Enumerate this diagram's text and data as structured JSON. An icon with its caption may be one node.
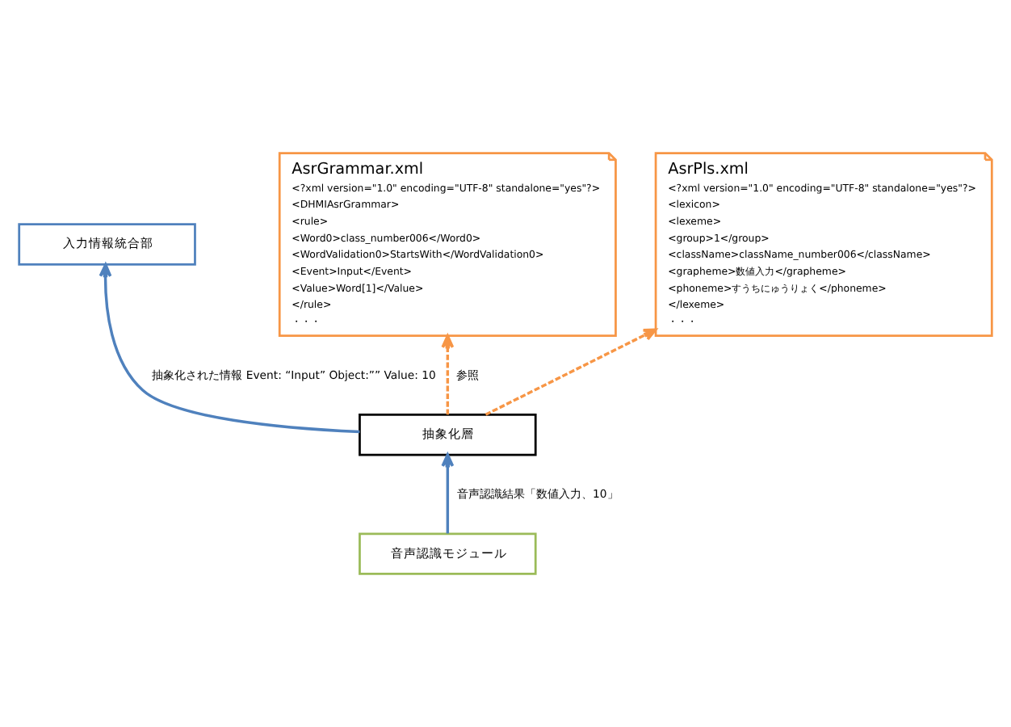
{
  "diagram": {
    "nodes": [
      {
        "text": [
          "入力情報統合部"
        ]
      },
      {
        "text": [
          "抽象化層"
        ]
      },
      {
        "text": [
          "音声認識モジュール"
        ]
      },
      {
        "text": [
          "AsrGrammar.xml",
          "<?xml version=\"1.0\" encoding=\"UTF-8\" standalone=\"yes\"?>",
          "<DHMIAsrGrammar>",
          "<rule>",
          "<Word0>class_number006</Word0>",
          "<WordValidation0>StartsWith</WordValidation0>",
          "<Event>Input</Event>",
          "<Value>Word[1]</Value>",
          "</rule>",
          "・・・"
        ]
      },
      {
        "text": [
          "AsrPls.xml",
          "<?xml version=\"1.0\" encoding=\"UTF-8\" standalone=\"yes\"?>",
          "<lexicon>",
          "<lexeme>",
          "<group>1</group>",
          "<className>className_number006</className>",
          "<grapheme>数値入力</grapheme>",
          "<phoneme>すうちにゅうりょく</phoneme>",
          "</lexeme>",
          "・・・"
        ]
      }
    ],
    "edges": [
      {
        "from": 1,
        "to": 0,
        "arrow": "to",
        "label": "抽象化された情報 Event: “Input” Object:”” Value: 10"
      },
      {
        "from": 2,
        "to": 1,
        "arrow": "to",
        "label": "音声認識結果「数値入力、10」"
      },
      {
        "from": 1,
        "to": 3,
        "arrow": "to",
        "style": "dashed",
        "color": "#f79646",
        "label": "参照"
      },
      {
        "from": 1,
        "to": 4,
        "arrow": "to",
        "style": "dashed",
        "color": "#f79646"
      }
    ]
  }
}
